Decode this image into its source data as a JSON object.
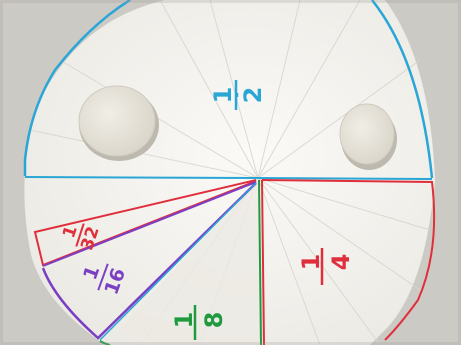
{
  "photo": {
    "subject": "paper circle fraction model",
    "labels": {
      "half": {
        "numerator": "1",
        "denominator": "2",
        "color": "#2aa6d6"
      },
      "quarter": {
        "numerator": "1",
        "denominator": "4",
        "color": "#e02f3c"
      },
      "eighth": {
        "numerator": "1",
        "denominator": "8",
        "color": "#1f9a3e"
      },
      "sixteenth": {
        "numerator": "1",
        "denominator": "16",
        "color": "#7b3fc4"
      },
      "thirty_second": {
        "numerator": "1",
        "denominator": "32",
        "color": "#e02f3c"
      }
    },
    "colors": {
      "paper": "#f4f3ef",
      "background": "#c9c7c2",
      "border_blue": "#2aa6d6",
      "border_red": "#e02f3c",
      "border_purple": "#7b3fc4",
      "border_green": "#1f9a3e",
      "weight": "#e8e4da"
    }
  }
}
